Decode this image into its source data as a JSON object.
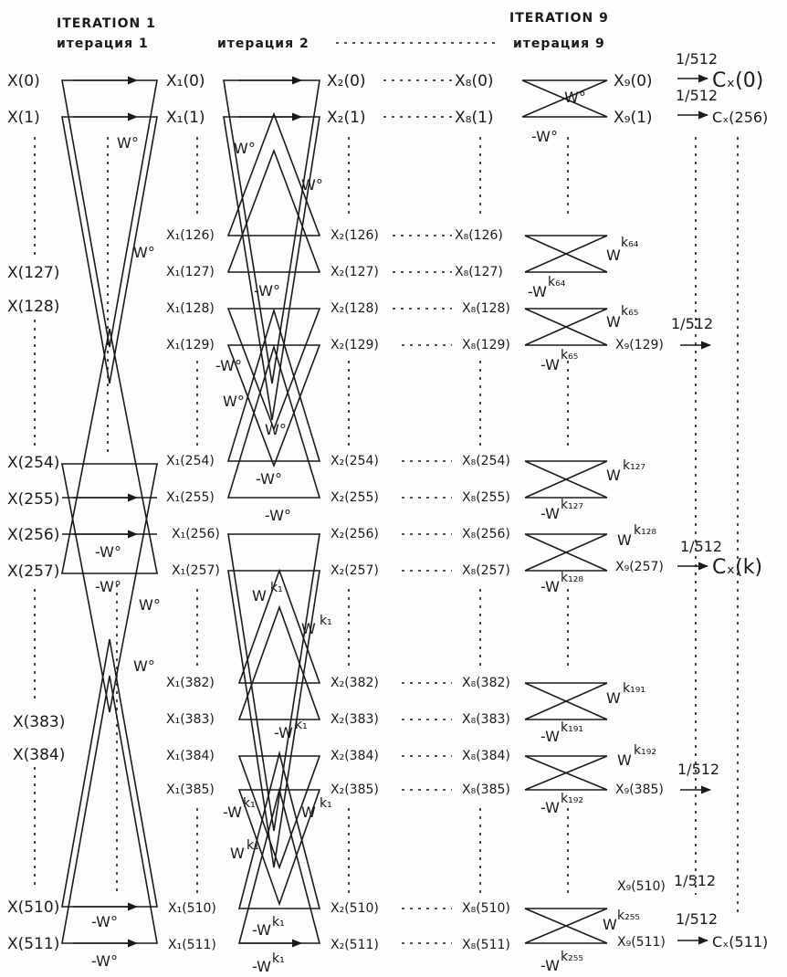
{
  "headers": {
    "iter1_en": "ITERATION 1",
    "iter1_ru": "итерация 1",
    "iter2_ru": "итерация 2",
    "iter9_en": "ITERATION 9",
    "iter9_ru": "итерация 9"
  },
  "col0": [
    "X(0)",
    "X(1)",
    "X(127)",
    "X(128)",
    "X(254)",
    "X(255)",
    "X(256)",
    "X(257)",
    "X(383)",
    "X(384)",
    "X(510)",
    "X(511)"
  ],
  "col1": [
    "X₁(0)",
    "X₁(1)",
    "X₁(126)",
    "X₁(127)",
    "X₁(128)",
    "X₁(129)",
    "X₁(254)",
    "X₁(255)",
    "X₁(256)",
    "X₁(257)",
    "X₁(382)",
    "X₁(383)",
    "X₁(384)",
    "X₁(385)",
    "X₁(510)",
    "X₁(511)"
  ],
  "col2": [
    "X₂(0)",
    "X₂(1)",
    "X₂(126)",
    "X₂(127)",
    "X₂(128)",
    "X₂(129)",
    "X₂(254)",
    "X₂(255)",
    "X₂(256)",
    "X₂(257)",
    "X₂(382)",
    "X₂(383)",
    "X₂(384)",
    "X₂(385)",
    "X₂(510)",
    "X₂(511)"
  ],
  "col8": [
    "X₈(0)",
    "X₈(1)",
    "X₈(126)",
    "X₈(127)",
    "X₈(128)",
    "X₈(129)",
    "X₈(254)",
    "X₈(255)",
    "X₈(256)",
    "X₈(257)",
    "X₈(382)",
    "X₈(383)",
    "X₈(384)",
    "X₈(385)",
    "X₈(510)",
    "X₈(511)"
  ],
  "col9": [
    "X₉(0)",
    "X₉(1)",
    "X₉(129)",
    "X₉(257)",
    "X₉(385)",
    "X₉(510)",
    "X₉(511)"
  ],
  "scale": "1/512",
  "outputs": [
    "Cₓ(0)",
    "Cₓ(256)",
    "Cₓ(k)",
    "Cₓ(511)"
  ],
  "twiddles": {
    "w0": "W°",
    "neg_w0": "-W°",
    "wk1": "W",
    "neg_wk1": "-W",
    "k1": "k₁",
    "w": "W",
    "neg_w": "-W",
    "k64": "k₆₄",
    "k65": "k₆₅",
    "k127": "k₁₂₇",
    "k128": "k₁₂₈",
    "k191": "k₁₉₁",
    "k192": "k₁₉₂",
    "k255": "k₂₅₅"
  }
}
